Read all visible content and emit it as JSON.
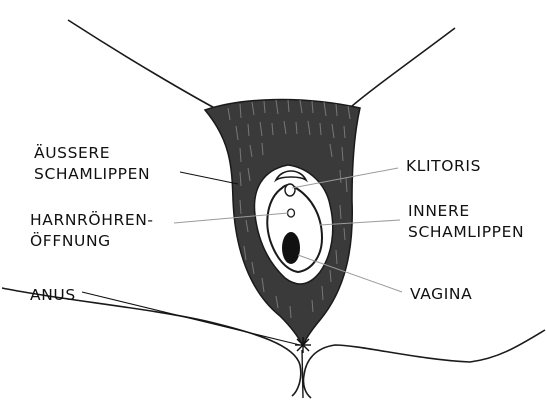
{
  "labels": {
    "aeussere_schamlippen": [
      "ÄUSSERE",
      "SCHAMLIPPEN"
    ],
    "harnroehren_oeffnung": [
      "HARNRÖHREN-",
      "ÖFFNUNG"
    ],
    "anus": [
      "ANUS"
    ],
    "klitoris": [
      "KLITORIS"
    ],
    "innere_schamlippen": [
      "INNERE",
      "SCHAMLIPPEN"
    ],
    "vagina": [
      "VAGINA"
    ]
  },
  "colors": {
    "hair_fill": "#3a3a3a",
    "hair_stroke": "#777777",
    "outline": "#1a1a1a",
    "leader_line": "#111111",
    "leader_line_light": "#9a9a9a"
  }
}
